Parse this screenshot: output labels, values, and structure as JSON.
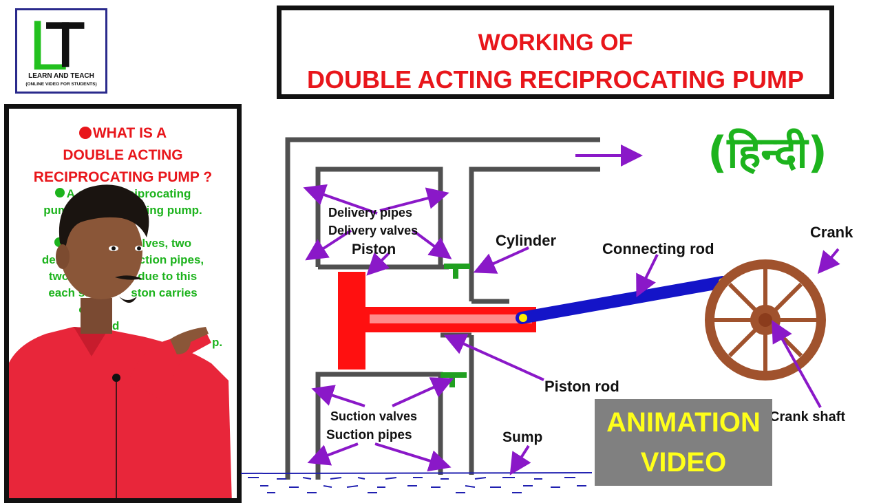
{
  "logo": {
    "letters": "LT",
    "line1": "LEARN AND TEACH",
    "line2": "(ONLINE VIDEO FOR STUDENTS)"
  },
  "title": {
    "line1": "WORKING OF",
    "line2": "DOUBLE ACTING RECIPROCATING PUMP"
  },
  "language_tag": "(हिन्दी)",
  "side_panel": {
    "question_lines": [
      "WHAT IS A",
      "DOUBLE ACTING",
      "RECIPROCATING PUMP ?"
    ],
    "answer_lines": [
      "A s          reciprocating",
      "pump             rocating pump.",
      "It h              valves, two",
      "delivery v         suction pipes,",
      "two de             s due to this",
      "each st             ston carries",
      "o                         ",
      "d",
      "p."
    ]
  },
  "diagram": {
    "labels": {
      "delivery_pipes": "Delivery pipes",
      "delivery_valves": "Delivery valves",
      "piston": "Piston",
      "cylinder": "Cylinder",
      "connecting_rod": "Connecting rod",
      "crank": "Crank",
      "piston_rod": "Piston rod",
      "suction_valves": "Suction valves",
      "suction_pipes": "Suction pipes",
      "sump": "Sump",
      "crank_shaft": "Crank shaft"
    }
  },
  "badge": {
    "line1": "ANIMATION",
    "line2": "VIDEO"
  },
  "colors": {
    "title_red": "#e8161b",
    "hindi_green": "#1db31d",
    "arrow_purple": "#8a18c8",
    "rod_blue": "#1414c8",
    "wheel_brown": "#a0522d",
    "badge_yellow": "#ffff1a",
    "badge_gray": "#808080"
  }
}
